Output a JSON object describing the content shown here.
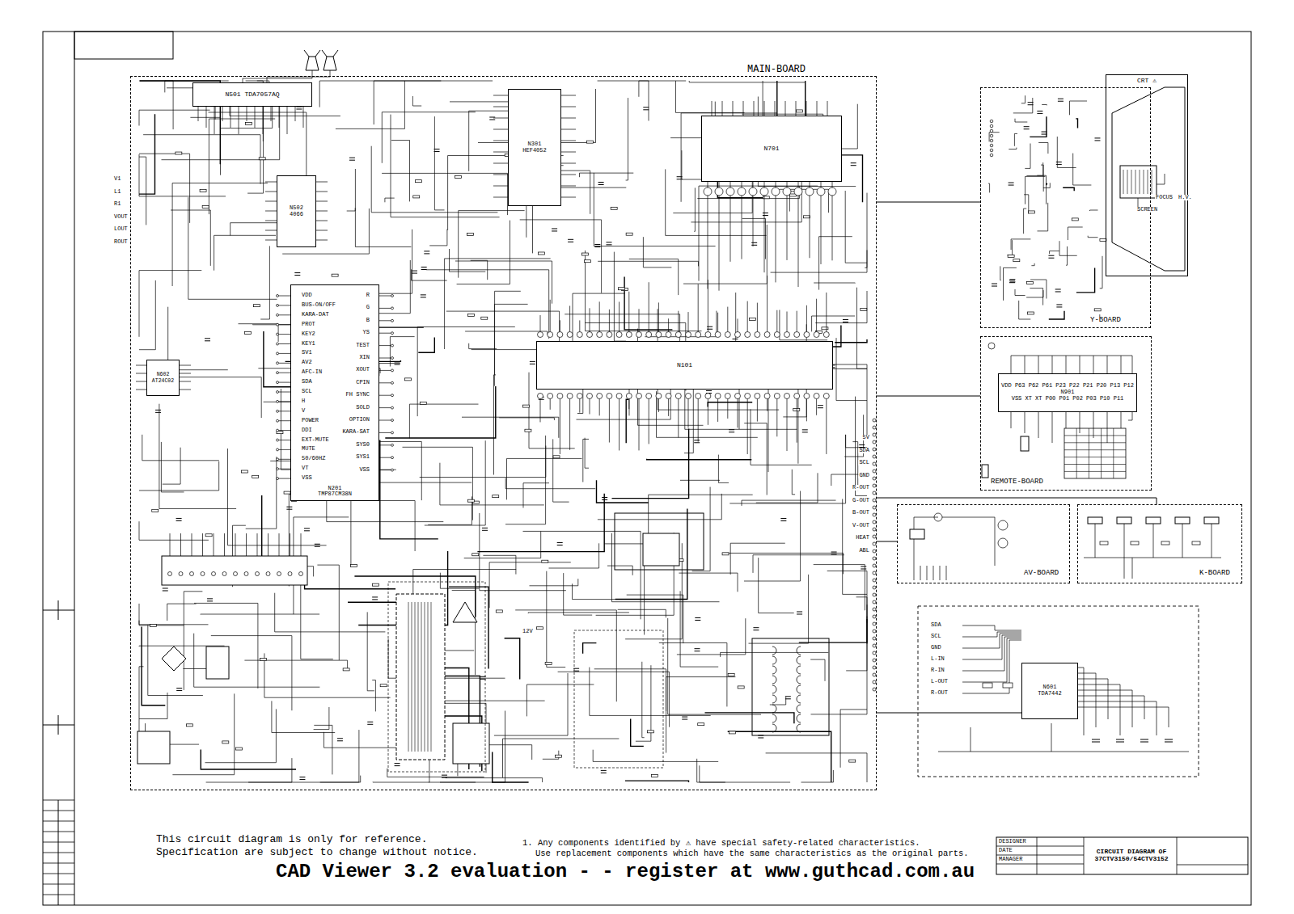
{
  "diagram": {
    "nodes": [
      {
        "text": [
          "MAIN-BOARD"
        ]
      },
      {
        "text": [
          "N501 TDA7057AQ"
        ],
        "in": 0
      },
      {
        "text": [
          "N301",
          "HEF4052"
        ],
        "in": 0
      },
      {
        "text": [
          "N701"
        ],
        "in": 0
      },
      {
        "text": [
          "N502",
          "4066"
        ],
        "in": 0
      },
      {
        "text": [
          "N201",
          "TMP87CM38N"
        ],
        "in": 0
      },
      {
        "text": [
          "N101"
        ],
        "in": 0
      },
      {
        "text": [
          "N602",
          "AT24C02"
        ],
        "in": 0
      },
      {
        "text": [
          "Y-BOARD"
        ]
      },
      {
        "text": [
          "CRT ⚠"
        ]
      },
      {
        "text": [
          "REMOTE-BOARD"
        ]
      },
      {
        "text": [
          "VDD P63 P62 P61 P23 P22 P21 P20 P13 P12",
          "N901",
          "VSS XT XT P00 P01 P02 P03 P10 P11"
        ],
        "in": 10
      },
      {
        "text": [
          "AV-BOARD"
        ]
      },
      {
        "text": [
          "K-BOARD"
        ]
      },
      {
        "text": [
          "N601",
          "TDA7442"
        ]
      },
      {
        "text": [
          "CIRCUIT DIAGRAM OF 37CTV3150/54CTV3152"
        ]
      }
    ],
    "edges": [
      {
        "from": 0,
        "to": 8,
        "arrow": "none"
      },
      {
        "from": 0,
        "to": 10,
        "arrow": "none"
      },
      {
        "from": 0,
        "to": 12,
        "arrow": "none"
      },
      {
        "from": 0,
        "to": 13,
        "arrow": "none"
      },
      {
        "from": 0,
        "to": 14,
        "arrow": "none"
      }
    ],
    "labels": [
      "VDD",
      "BUS-ON/OFF",
      "KARA-DAT",
      "PROT",
      "KEY2",
      "KEY1",
      "SV1",
      "AV2",
      "AFC-IN",
      "SDA",
      "SCL",
      "H",
      "V",
      "POWER",
      "DDI",
      "EXT-MUTE",
      "MUTE",
      "50/60HZ",
      "VT",
      "VSS",
      "R",
      "G",
      "B",
      "YS",
      "TEST",
      "XIN",
      "XOUT",
      "CPIN",
      "FH SYNC",
      "SOLD",
      "OPTION",
      "KARA-SAT",
      "SYS0",
      "SYS1",
      "VSS",
      "V1",
      "L1",
      "R1",
      "VOUT",
      "LOUT",
      "ROUT",
      "5V",
      "SDA",
      "SCL",
      "GND",
      "R-OUT",
      "G-OUT",
      "B-OUT",
      "V-OUT",
      "HEAT",
      "ABL",
      "FOCUS",
      "H.V.",
      "SCREEN",
      "SDA",
      "SCL",
      "GND",
      "L-IN",
      "R-IN",
      "L-OUT",
      "R-OUT",
      "12V",
      "This circuit diagram is only for reference.",
      "Specification are subject to change without notice.",
      "1. Any components identified by ⚠ have special safety-related characteristics.",
      "Use replacement components which have the same characteristics as the original parts.",
      "CAD Viewer 3.2 evaluation - - register at www.guthcad.com.au",
      "DESIGNER",
      "DATE",
      "MANAGER"
    ]
  }
}
